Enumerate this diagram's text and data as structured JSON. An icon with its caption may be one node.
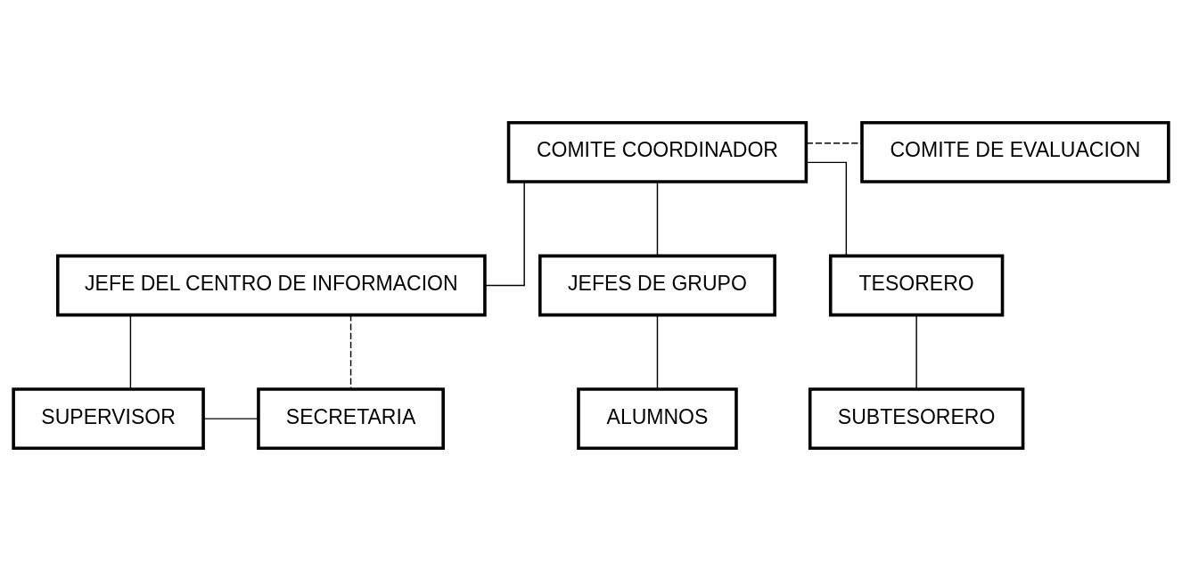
{
  "diagram": {
    "nodes": [
      {
        "text": [
          "COMITE COORDINADOR"
        ]
      },
      {
        "text": [
          "COMITE DE EVALUACION"
        ]
      },
      {
        "text": [
          "JEFE DEL CENTRO DE INFORMACION"
        ]
      },
      {
        "text": [
          "JEFES DE GRUPO"
        ]
      },
      {
        "text": [
          "TESORERO"
        ]
      },
      {
        "text": [
          "SUPERVISOR"
        ]
      },
      {
        "text": [
          "SECRETARIA"
        ]
      },
      {
        "text": [
          "ALUMNOS"
        ]
      },
      {
        "text": [
          "SUBTESORERO"
        ]
      }
    ],
    "edges": [
      {
        "from": 0,
        "to": 1,
        "arrow": "none",
        "style": "dashed"
      },
      {
        "from": 0,
        "to": 2,
        "arrow": "none"
      },
      {
        "from": 0,
        "to": 3,
        "arrow": "none"
      },
      {
        "from": 0,
        "to": 4,
        "arrow": "none"
      },
      {
        "from": 2,
        "to": 5,
        "arrow": "none"
      },
      {
        "from": 2,
        "to": 6,
        "arrow": "none",
        "style": "dashed"
      },
      {
        "from": 5,
        "to": 6,
        "arrow": "none"
      },
      {
        "from": 3,
        "to": 7,
        "arrow": "none"
      },
      {
        "from": 4,
        "to": 8,
        "arrow": "none"
      }
    ]
  }
}
